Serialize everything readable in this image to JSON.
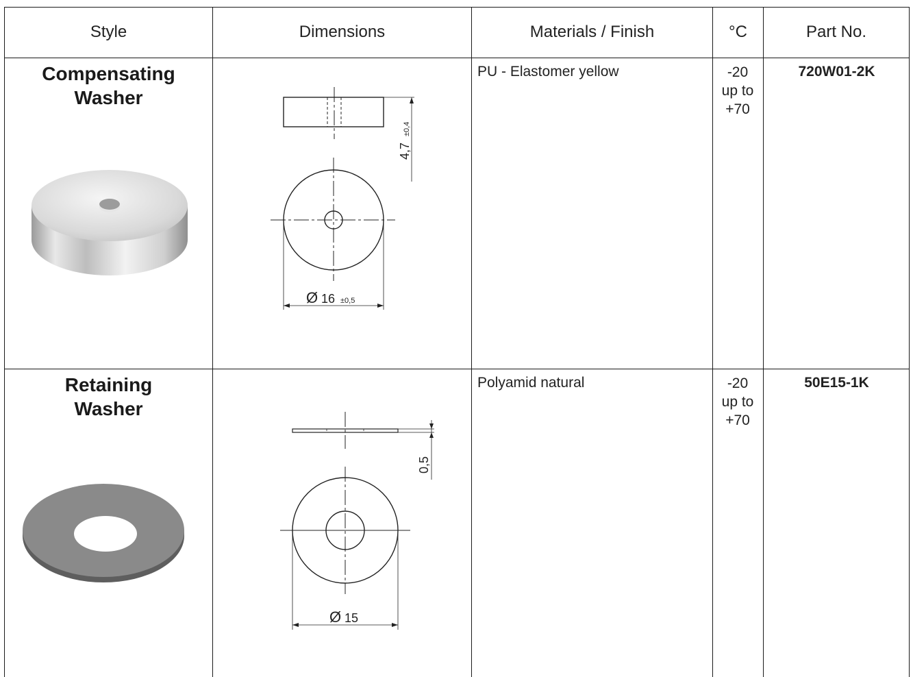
{
  "header": {
    "style": "Style",
    "dimensions": "Dimensions",
    "materials": "Materials / Finish",
    "temperature": "°C",
    "part_no": "Part No."
  },
  "rows": [
    {
      "style_line1": "Compensating",
      "style_line2": "Washer",
      "material": "PU - Elastomer yellow",
      "temp_line1": "-20",
      "temp_line2": "up to",
      "temp_line3": "+70",
      "part_no": "720W01-2K",
      "dim_height": "4,7",
      "dim_height_tol": "±0,4",
      "dim_diameter_symbol": "Ø",
      "dim_diameter": "16",
      "dim_diameter_tol": "±0,5",
      "image_icon": "compensating-washer-image"
    },
    {
      "style_line1": "Retaining",
      "style_line2": "Washer",
      "material": "Polyamid natural",
      "temp_line1": "-20",
      "temp_line2": "up to",
      "temp_line3": "+70",
      "part_no": "50E15-1K",
      "dim_thickness": "0,5",
      "dim_diameter_symbol": "Ø",
      "dim_diameter": "15",
      "image_icon": "retaining-washer-image"
    }
  ]
}
